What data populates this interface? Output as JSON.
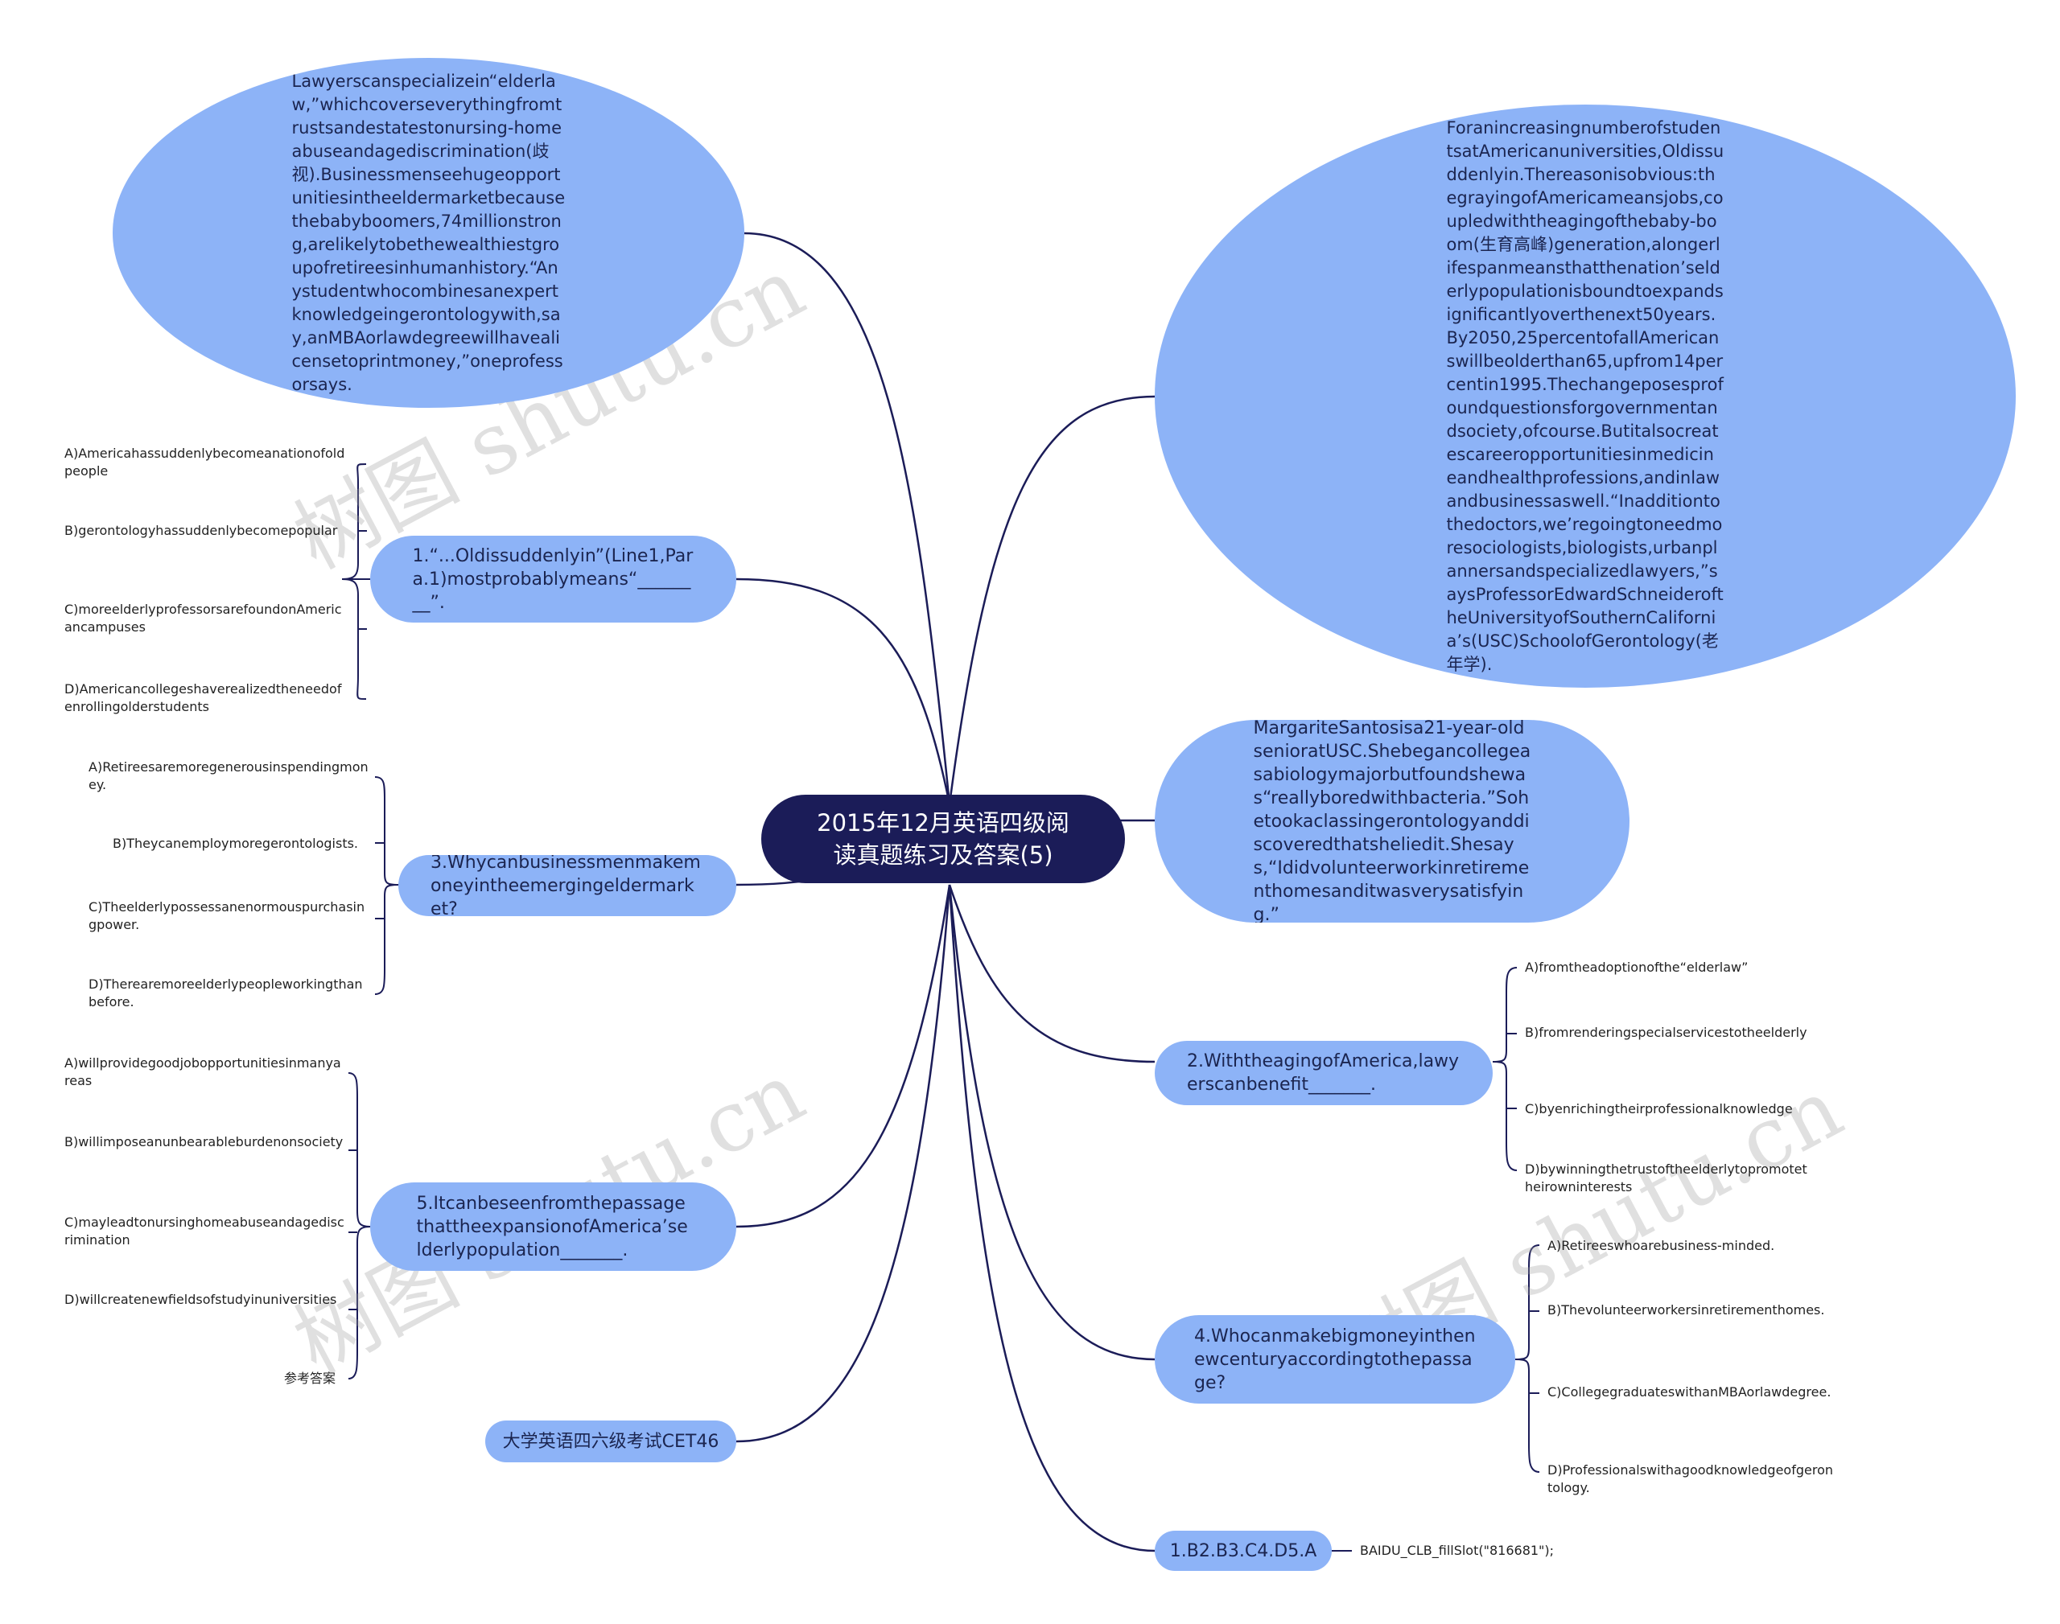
{
  "root": {
    "label": "2015年12月英语四级阅读真题练习及答案(5)"
  },
  "passages": {
    "p1": "Lawyerscanspecializein“elderlaw,”whichcoverseverythingfromtrustsandestatestonursing-homeabuseandagediscrimination(歧视).Businessmenseehugeopportunitiesintheeldermarketbecausethebabyboomers,74millionstrong,arelikelytobethewealthiestgroupofretireesinhumanhistory.“Anystudentwhocombinesanexpertknowledgeingerontologywith,say,anMBAorlawdegreewillhavealicensetoprintmoney,”oneprofessorsays.",
    "p2": "ForanincreasingnumberofstudentsatAmericanuniversities,Oldissuddenlyin.Thereasonisobvious:thegrayingofAmericameansjobs,coupledwiththeagingofthebaby-boom(生育高峰)generation,alongerlifespanmeansthatthenation’selderlypopulationisboundtoexpandsignificantlyoverthenext50years.By2050,25percentofallAmericanswillbeolderthan65,upfrom14percentin1995.Thechangeposesprofoundquestionsforgovernmentandsociety,ofcourse.Butitalsocreatescareeropportunitiesinmedicineandhealthprofessions,andinlawandbusinessaswell.“Inadditiontothedoctors,we’regoingtoneedmoresociologists,biologists,urbanplannersandspecializedlawyers,”saysProfessorEdwardSchneideroftheUniversityofSouthernCalifornia’s(USC)SchoolofGerontology(老年学).",
    "p3": "MargariteSantosisa21-year-oldsenioratUSC.Shebegancollegeasabiologymajorbutfoundshewas“reallyboredwithbacteria.”Sohetookaclassingerontologyanddiscoveredthatsheliedit.Shesays,“Ididvolunteerworkinretirementhomesanditwasverysatisfying.”"
  },
  "questions": {
    "q1": {
      "label": "1.“...Oldissuddenlyin”(Line1,Para.1)mostprobablymeans“________”.",
      "options": [
        "A)Americahassuddenlybecomeanationofoldpeople",
        "B)gerontologyhassuddenlybecomepopular",
        "C)moreelderlyprofessorsarefoundonAmericancampuses",
        "D)Americancollegeshaverealizedtheneedofenrollingolderstudents"
      ]
    },
    "q2": {
      "label": "2.WiththeagingofAmerica,lawyerscanbenefit_______.",
      "options": [
        "A)fromtheadoptionofthe“elderlaw”",
        "B)fromrenderingspecialservicestotheelderly",
        "C)byenrichingtheirprofessionalknowledge",
        "D)bywinningthetrustoftheelderlytopromotetheirowninterests"
      ]
    },
    "q3": {
      "label": "3.Whycanbusinessmenmakemoneyintheemergingeldermarket?",
      "options": [
        "A)Retireesaremoregenerousinspendingmoney.",
        "B)Theycanemploymoregerontologists.",
        "C)Theelderlypossessanenormouspurchasingpower.",
        "D)Therearemoreelderlypeopleworkingthanbefore."
      ]
    },
    "q4": {
      "label": "4.Whocanmakebigmoneyinthenewcenturyaccordingtothepassage?",
      "options": [
        "A)Retireeswhoarebusiness-minded.",
        "B)Thevolunteerworkersinretirementhomes.",
        "C)CollegegraduateswithanMBAorlawdegree.",
        "D)Professionalswithagoodknowledgeofgerontology."
      ]
    },
    "q5": {
      "label": "5.ItcanbeseenfromthepassagethattheexpansionofAmerica’selderlypopulation_______.",
      "options": [
        "A)willprovidegoodjobopportunitiesinmanyareas",
        "B)willimposeanunbearableburdenonsociety",
        "C)mayleadtonursinghomeabuseandagediscrimination",
        "D)willcreatenewfieldsofstudyinuniversities",
        "参考答案"
      ]
    }
  },
  "answers": {
    "label": "1.B2.B3.C4.D5.A",
    "child": "BAIDU_CLB_fillSlot(\"816681\");"
  },
  "tag": {
    "label": "大学英语四六级考试CET46"
  },
  "watermark": [
    "树图 shutu.cn",
    "树图 shutu.cn",
    "树图 shutu.cn",
    "树图 shutu.cn"
  ],
  "colors": {
    "node": "#8db3f7",
    "root": "#1b1c58",
    "line": "#1b1c58",
    "text": "#1b2550"
  }
}
